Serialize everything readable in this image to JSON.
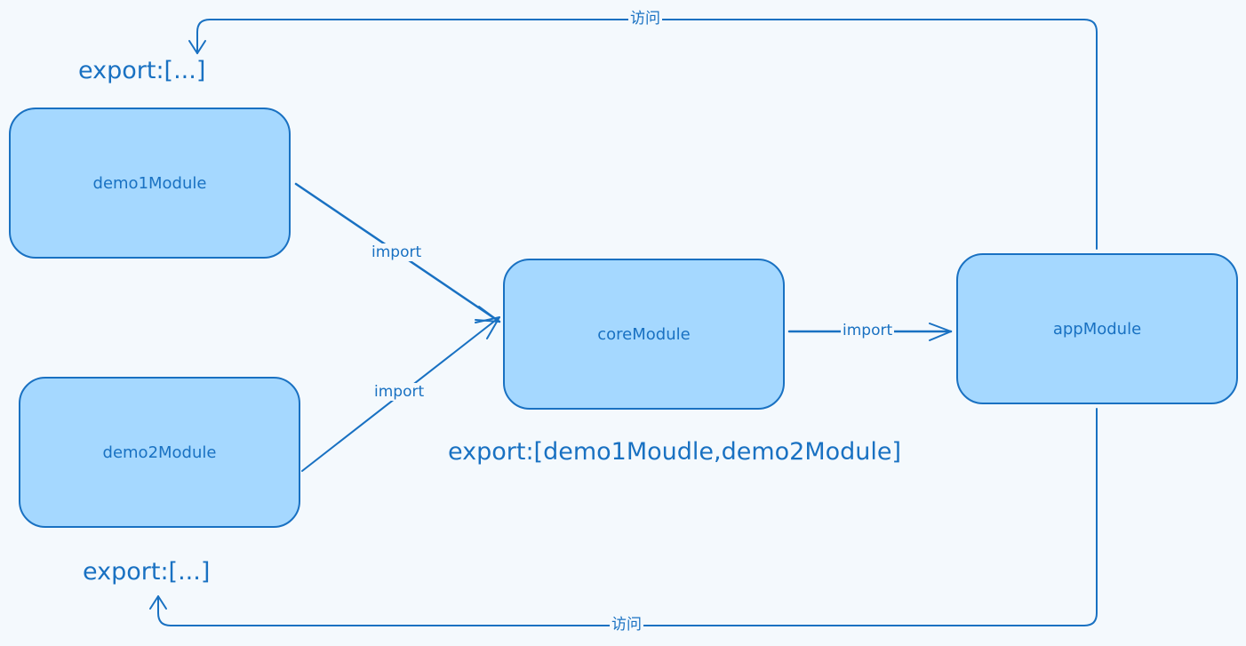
{
  "nodes": {
    "demo1": "demo1Module",
    "demo2": "demo2Module",
    "core": "coreModule",
    "app": "appModule"
  },
  "exports": {
    "demo1": "export:[...]",
    "demo2": "export:[...]",
    "core": "export:[demo1Moudle,demo2Module]"
  },
  "edges": {
    "demo1_to_core": "import",
    "demo2_to_core": "import",
    "core_to_app": "import",
    "app_to_demo1": "访问",
    "app_to_demo2": "访问"
  },
  "colors": {
    "background": "#f4f9fd",
    "node_fill": "#a5d8ff",
    "stroke": "#1971c2"
  }
}
